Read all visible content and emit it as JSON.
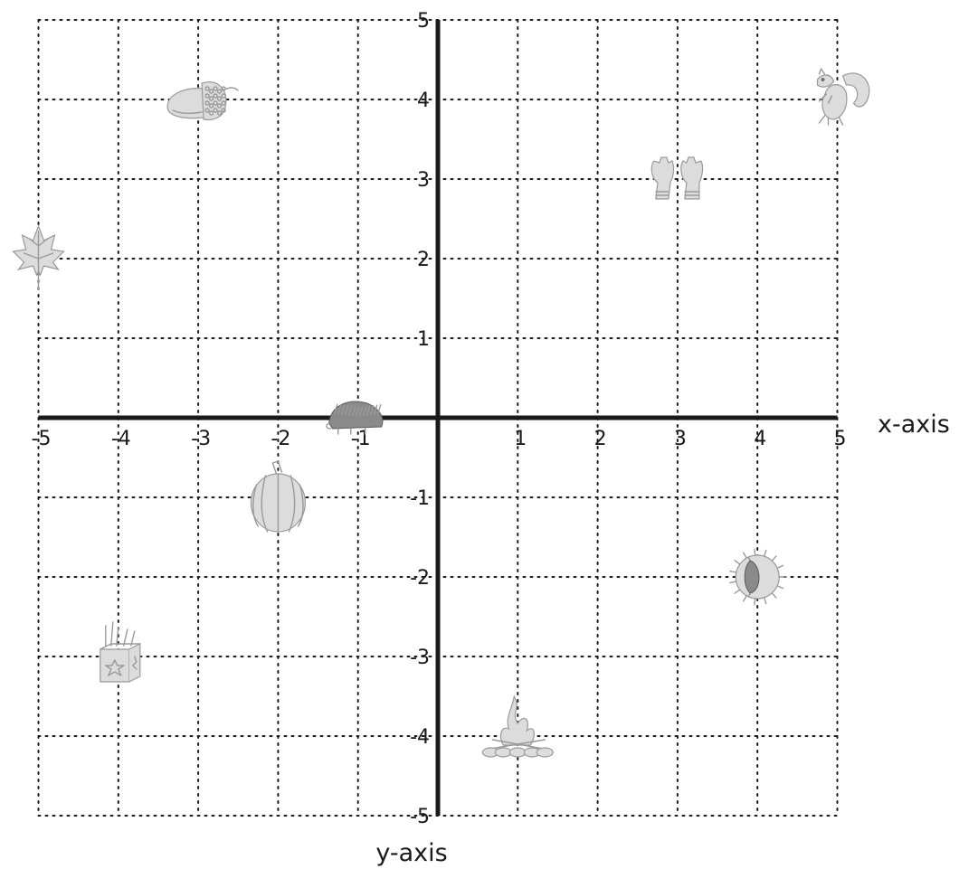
{
  "grid": {
    "x_range": [
      -5,
      5
    ],
    "y_range": [
      -5,
      5
    ],
    "x_tick_labels": [
      "-5",
      "-4",
      "-3",
      "-2",
      "-1",
      "1",
      "2",
      "3",
      "4",
      "5"
    ],
    "y_tick_labels": [
      "5",
      "4",
      "3",
      "2",
      "1",
      "-1",
      "-2",
      "-3",
      "-4",
      "-5"
    ],
    "x_axis_label": "x-axis",
    "y_axis_label": "y-axis",
    "grid_style": "dotted",
    "line_color": "#1a1a1a",
    "illustration_color": "#9a9a9a"
  },
  "items": [
    {
      "icon": "acorn-icon",
      "x": -3,
      "y": 4
    },
    {
      "icon": "squirrel-icon",
      "x": 5,
      "y": 4
    },
    {
      "icon": "gloves-icon",
      "x": 3,
      "y": 3
    },
    {
      "icon": "maple-leaf-icon",
      "x": -5,
      "y": 2
    },
    {
      "icon": "hedgehog-icon",
      "x": -1,
      "y": 0
    },
    {
      "icon": "pumpkin-icon",
      "x": -2,
      "y": -1
    },
    {
      "icon": "conker-icon",
      "x": 4,
      "y": -2
    },
    {
      "icon": "firework-box-icon",
      "x": -4,
      "y": -3
    },
    {
      "icon": "bonfire-icon",
      "x": 1,
      "y": -4
    }
  ]
}
